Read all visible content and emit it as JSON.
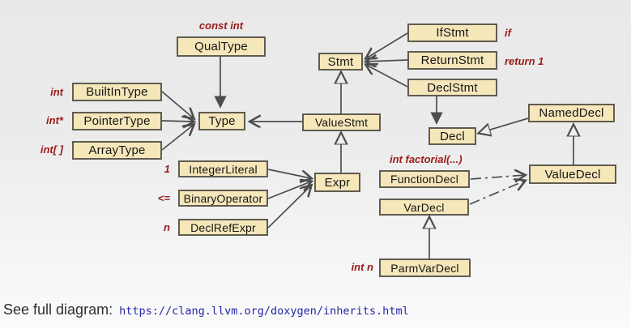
{
  "diagram": {
    "nodes": {
      "qualtype": "QualType",
      "builtintype": "BuiltInType",
      "pointertype": "PointerType",
      "arraytype": "ArrayType",
      "type": "Type",
      "valuestmt": "ValueStmt",
      "stmt": "Stmt",
      "ifstmt": "IfStmt",
      "returnstmt": "ReturnStmt",
      "declstmt": "DeclStmt",
      "decl": "Decl",
      "nameddecl": "NamedDecl",
      "valuedecl": "ValueDecl",
      "integerliteral": "IntegerLiteral",
      "binaryoperator": "BinaryOperator",
      "declrefexpr": "DeclRefExpr",
      "expr": "Expr",
      "functiondecl": "FunctionDecl",
      "vardecl": "VarDecl",
      "parmvardecl": "ParmVarDecl"
    },
    "annotations": {
      "qualtype": "const int",
      "builtintype": "int",
      "pointertype": "int*",
      "arraytype": "int[ ]",
      "integerliteral": "1",
      "binaryoperator": "<=",
      "declrefexpr": "n",
      "ifstmt": "if",
      "returnstmt": "return 1",
      "functiondecl": "int factorial(...)",
      "parmvardecl": "int n"
    }
  },
  "footer": {
    "caption": "See full diagram:",
    "url": "https://clang.llvm.org/doxygen/inherits.html"
  },
  "colors": {
    "node_fill": "#f6e7ba",
    "node_border": "#5f5c50",
    "edge": "#4d4d4d",
    "annotation_red": "#9a1a1a",
    "url_blue": "#2424a8"
  }
}
